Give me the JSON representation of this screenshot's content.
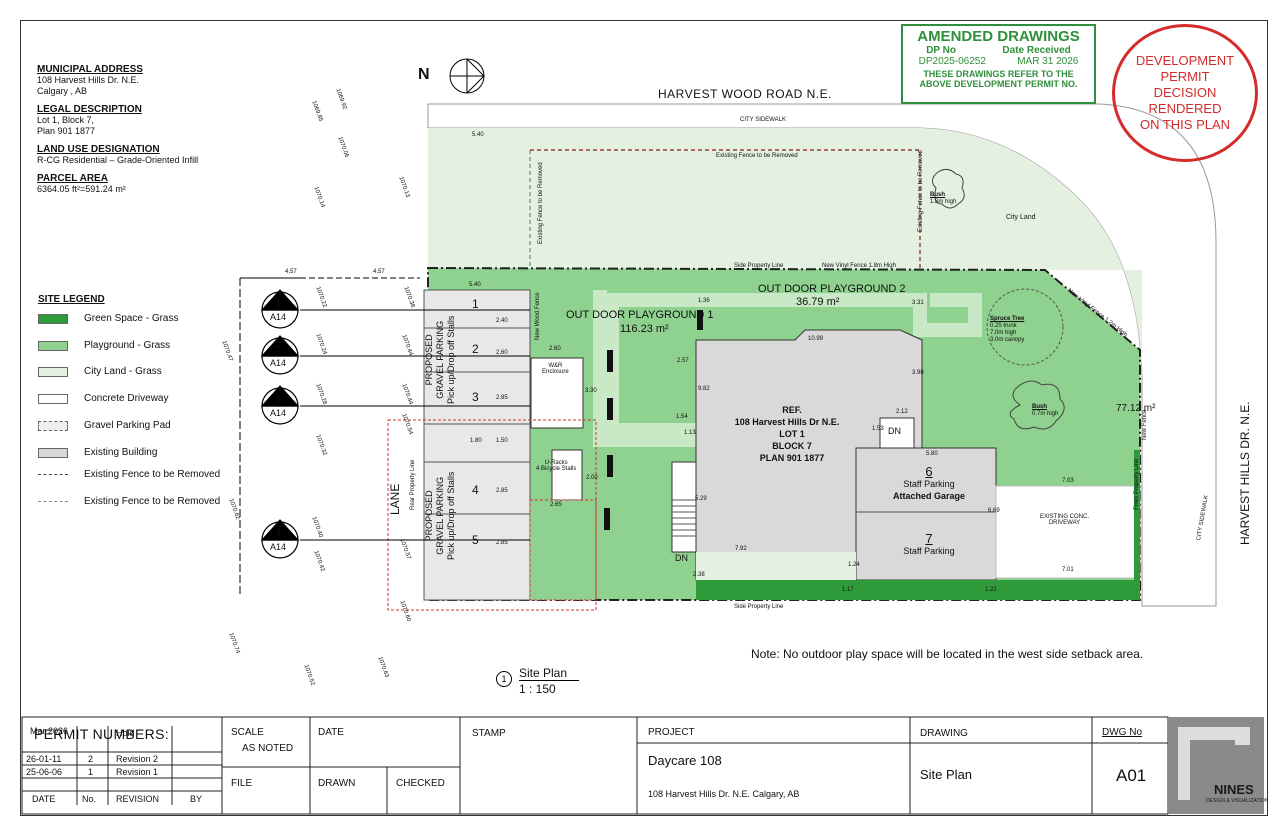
{
  "info": {
    "municipal_heading": "MUNICIPAL ADDRESS",
    "municipal_line1": "108 Harvest Hills Dr. N.E.",
    "municipal_line2": "Calgary , AB",
    "legal_heading": "LEGAL DESCRIPTION",
    "legal_line1": "Lot 1, Block 7,",
    "legal_line2": "Plan 901 1877",
    "land_heading": "LAND USE DESIGNATION",
    "land_line1": "R-CG Residential – Grade-Oriented Infill",
    "parcel_heading": "PARCEL AREA",
    "parcel_line1": "6364.05 ft²=591.24 m²"
  },
  "legend": {
    "title": "SITE LEGEND",
    "items": [
      {
        "label": "Green Space - Grass",
        "color": "#2f9a3a"
      },
      {
        "label": "Playground - Grass",
        "color": "#8fd18f"
      },
      {
        "label": "City Land - Grass",
        "color": "#e4f1e0"
      },
      {
        "label": "Concrete Driveway",
        "color": "#ffffff"
      },
      {
        "label": "Gravel Parking Pad",
        "color": "#eeeeee"
      },
      {
        "label": "Existing Building",
        "color": "#d9d9d9"
      },
      {
        "label": "Existing Fence to be Removed",
        "color": "#444444"
      },
      {
        "label": "Existing Fence to be Removed",
        "color": "#888888"
      }
    ]
  },
  "amended": {
    "title": "AMENDED DRAWINGS",
    "dp_label": "DP No",
    "date_label": "Date Received",
    "dp_value": "DP2025-06252",
    "date_value": "MAR 31 2026",
    "note1": "THESE DRAWINGS REFER TO THE",
    "note2": "ABOVE DEVELOPMENT PERMIT NO."
  },
  "decision": {
    "line1": "DEVELOPMENT",
    "line2": "PERMIT",
    "line3": "DECISION",
    "line4": "RENDERED",
    "line5": "ON THIS PLAN"
  },
  "plan": {
    "north": "N",
    "road_top": "HARVEST WOOD ROAD N.E.",
    "road_right": "HARVEST HILLS DR. N.E.",
    "city_sidewalk": "CITY SIDEWALK",
    "city_sidewalk_right": "CITY SIDEWALK",
    "city_land": "City Land",
    "lane": "LANE",
    "fence_removed_top": "Existing Fence to be Removed",
    "side_property_line": "Side Property Line",
    "vinyl_fence": "New Vinyl Fence 1.8m High",
    "vinyl_fence_diag": "New Vinyl Fence 1.2m High",
    "side_property_line_bottom": "Side Property Line",
    "playground1": "OUT DOOR PLAYGROUND 1",
    "playground1_area": "116.23 m²",
    "playground2": "OUT DOOR PLAYGROUND 2",
    "playground2_area": "36.79 m²",
    "bldg_ref": "REF.",
    "bldg_addr": "108 Harvest Hills Dr N.E.",
    "bldg_lot": "LOT 1",
    "bldg_block": "BLOCK 7",
    "bldg_plan": "PLAN 901 1877",
    "staff6_num": "6",
    "staff6_label": "Staff Parking",
    "staff6_sub": "Attached Garage",
    "staff7_num": "7",
    "staff7_label": "Staff Parking",
    "dn1": "DN",
    "dn2": "DN",
    "existing_drive": "EXISTING CONC.",
    "existing_drive2": "DRIVEWAY",
    "spruce": "Spruce Tree",
    "spruce_d1": "0.25 trunk",
    "spruce_d2": "7.0m high",
    "spruce_d3": "3.0m canopy",
    "bush1": "Bush",
    "bush1_d": "1.8m high",
    "bush2": "Bush",
    "bush2_d": "0.7m high",
    "gravel_label1": "PROPOSED",
    "gravel_label2": "GRAVEL PARKING",
    "gravel_label3": "Pick up/Drop off Stalls",
    "stalls": [
      "1",
      "2",
      "3",
      "4",
      "5"
    ],
    "wr": "W&R",
    "wr2": "Enclosure",
    "uracks": "U-Racks",
    "uracks2": "4 Bicycle Stalls",
    "front_property_line": "Front Property Line",
    "rear_property_line": "Rear Property Line",
    "new_fence": "New Fence",
    "new_wood_fence": "New Wood Fence",
    "area_right": "77.12 m²",
    "markers": [
      {
        "num": "1",
        "sheet": "A14"
      },
      {
        "num": "2",
        "sheet": "A14"
      },
      {
        "num": "3",
        "sheet": "A14"
      },
      {
        "num": "4",
        "sheet": "A14"
      }
    ],
    "dims": [
      "5.40",
      "4.57",
      "4.57",
      "5.40",
      "2.40",
      "2.60",
      "2.85",
      "2.85",
      "1.50",
      "2.85",
      "2.65",
      "2.60",
      "3.30",
      "2.00",
      "1.36",
      "3.31",
      "3.98",
      "10.99",
      "2.57",
      "9.82",
      "1.54",
      "1.13",
      "5.29",
      "7.92",
      "2.38",
      "1.24",
      "1.17",
      "2.12",
      "1.53",
      "5.80",
      "6.69",
      "7.03",
      "7.01",
      "1.22",
      "1.80"
    ],
    "elevations": [
      "1069.92",
      "1069.85",
      "1070.06",
      "1070.13",
      "1070.14",
      "1070.22",
      "1070.38",
      "1070.24",
      "1070.44",
      "1070.47",
      "1070.28",
      "1070.44",
      "1070.54",
      "1070.32",
      "1070.62",
      "1070.40",
      "1070.57",
      "1070.42",
      "1070.60",
      "1070.74",
      "1070.52",
      "1070.63"
    ],
    "note": "Note: No outdoor play space will be located in the west side setback area.",
    "caption_num": "1",
    "caption_title": "Site Plan",
    "caption_scale": "1 : 150"
  },
  "title_block": {
    "permit_numbers": "PERMIT NUMBERS:",
    "rev_rows": [
      {
        "date": "Mar 2026",
        "no": "",
        "rev": "Hold",
        "by": ""
      },
      {
        "date": "26-01-11",
        "no": "2",
        "rev": "Revision 2",
        "by": ""
      },
      {
        "date": "25-06-06",
        "no": "1",
        "rev": "Revision 1",
        "by": ""
      }
    ],
    "h_date": "DATE",
    "h_no": "No.",
    "h_rev": "REVISION",
    "h_by": "BY",
    "scale_label": "SCALE",
    "scale_value": "AS NOTED",
    "date_label": "DATE",
    "file_label": "FILE",
    "drawn_label": "DRAWN",
    "checked_label": "CHECKED",
    "stamp_label": "STAMP",
    "project_label": "PROJECT",
    "project_name": "Daycare 108",
    "project_addr": "108 Harvest Hills Dr. N.E. Calgary, AB",
    "drawing_label": "DRAWING",
    "drawing_name": "Site Plan",
    "dwg_label": "DWG No",
    "dwg_value": "A01",
    "brand": "NINES",
    "brand_sub": "DESIGN & VISUALIZATION"
  }
}
